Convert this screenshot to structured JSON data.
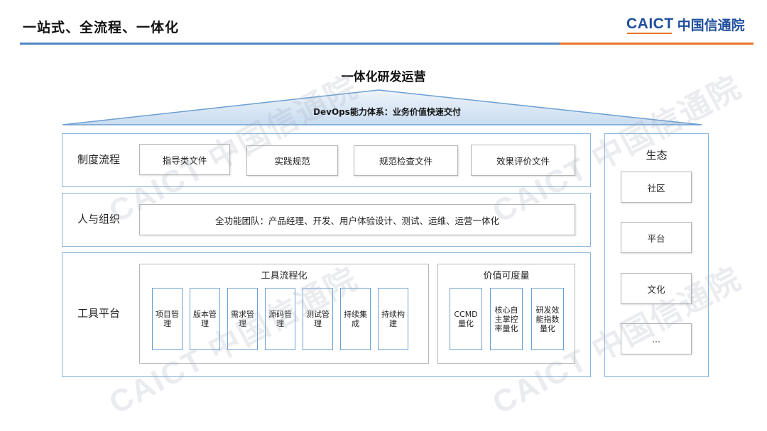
{
  "header": {
    "title": "一站式、全流程、一体化",
    "logo_en": "CAICT",
    "logo_zh": "中国信通院"
  },
  "diagram": {
    "title": "一体化研发运营",
    "roof_label": "DevOps能力体系：业务价值快速交付",
    "rows": {
      "process": {
        "label": "制度流程",
        "items": [
          "指导类文件",
          "实践规范",
          "规范检查文件",
          "效果评价文件"
        ]
      },
      "people": {
        "label": "人与组织",
        "text": "全功能团队：产品经理、开发、用户体验设计、测试、运维、运营一体化"
      },
      "tools": {
        "label": "工具平台",
        "flow": {
          "title": "工具流程化",
          "items": [
            "项目管理",
            "版本管理",
            "需求管理",
            "源码管理",
            "测试管理",
            "持续集成",
            "持续构建"
          ]
        },
        "value": {
          "title": "价值可度量",
          "items": [
            "CCMD量化",
            "核心自主掌控率量化",
            "研发效能指数量化"
          ]
        }
      }
    },
    "ecosystem": {
      "title": "生态",
      "items": [
        "社区",
        "平台",
        "文化",
        "..."
      ]
    }
  },
  "watermark": "CAICT 中国信通院",
  "colors": {
    "brand_blue": "#1f4e9c",
    "rule_blue": "#4f86c6",
    "accent_orange": "#e8742a",
    "panel_border": "#8ab4dc"
  }
}
